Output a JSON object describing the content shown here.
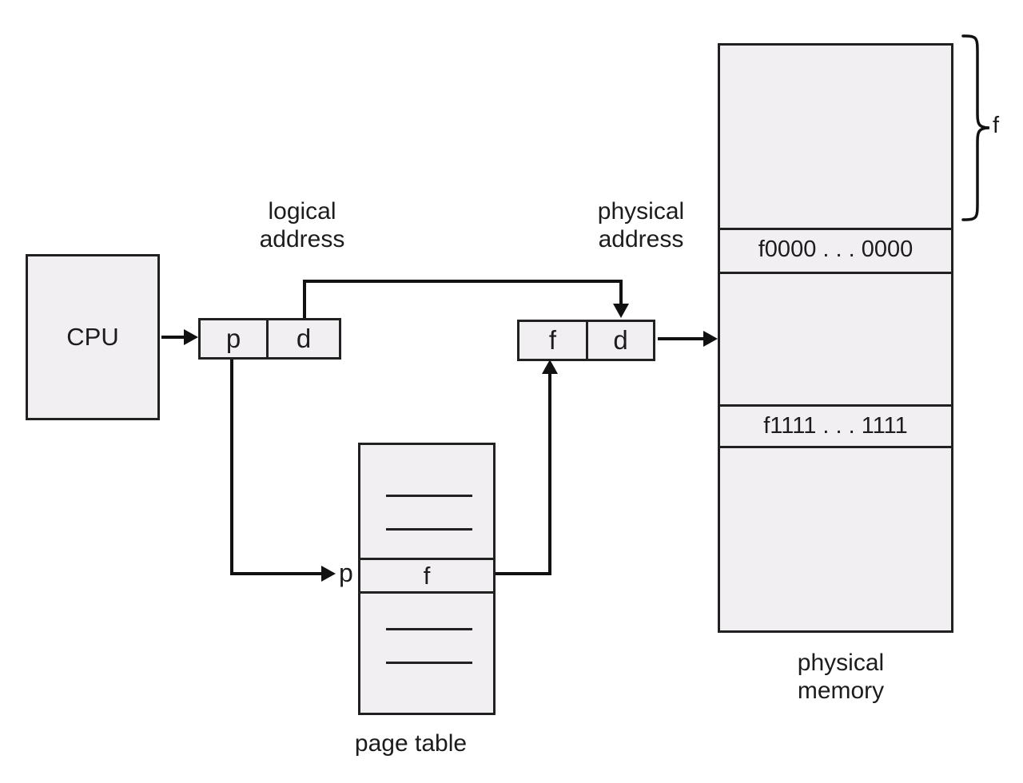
{
  "cpu": {
    "label": "CPU"
  },
  "logical_address": {
    "caption_line1": "logical",
    "caption_line2": "address",
    "page_field": "p",
    "offset_field": "d"
  },
  "physical_address": {
    "caption_line1": "physical",
    "caption_line2": "address",
    "frame_field": "f",
    "offset_field": "d"
  },
  "page_table": {
    "caption": "page table",
    "index_pointer_label": "p",
    "selected_entry_value": "f"
  },
  "physical_memory": {
    "caption_line1": "physical",
    "caption_line2": "memory",
    "frame_start_row": "f0000 . . . 0000",
    "frame_end_row": "f1111 . . . 1111",
    "frame_brace_label": "f"
  },
  "colors": {
    "box_fill": "#f1eff2",
    "box_border": "#212121",
    "line": "#111111",
    "text": "#1c1c1c"
  }
}
